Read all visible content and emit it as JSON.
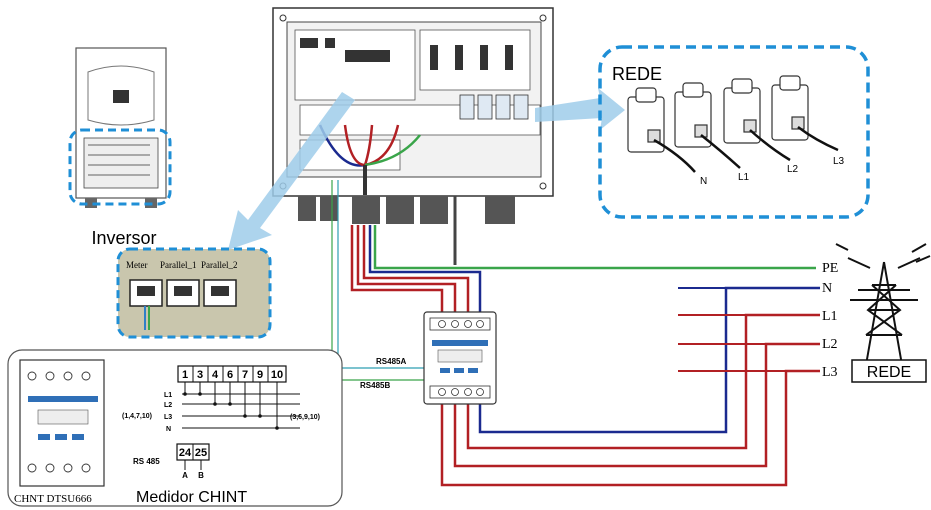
{
  "labels": {
    "rede_top": "REDE",
    "rede_tower": "REDE",
    "inversor": "Inversor",
    "medidor": "Medidor CHINT",
    "chint_model": "CHNT DTSU666",
    "rs485a": "RS485A",
    "rs485b": "RS485B"
  },
  "terminals": {
    "n": "N",
    "l1": "L1",
    "l2": "L2",
    "l3": "L3"
  },
  "grid_lines": {
    "pe": "PE",
    "n": "N",
    "l1": "L1",
    "l2": "L2",
    "l3": "L3"
  },
  "ports": {
    "meter": "Meter",
    "parallel_1": "Parallel_1",
    "parallel_2": "Parallel_2"
  },
  "wiring_panel": {
    "top_terminals": [
      "1",
      "3",
      "4",
      "6",
      "7",
      "9",
      "10"
    ],
    "rows": [
      "L1",
      "L2",
      "L3",
      "N"
    ],
    "left_group": "(1,4,7,10)",
    "right_group": "(3,6,9,10)",
    "rs485_label": "RS 485",
    "rs485_terminals": [
      "24",
      "25"
    ],
    "rs485_ab": [
      "A",
      "B"
    ]
  },
  "colors": {
    "blue_dash": "#1f8fd6",
    "arrow": "#9fcdea",
    "red": "#b22024",
    "navy": "#1b2a8f",
    "green": "#3aa54a",
    "port_panel": "#c9c6ad"
  }
}
